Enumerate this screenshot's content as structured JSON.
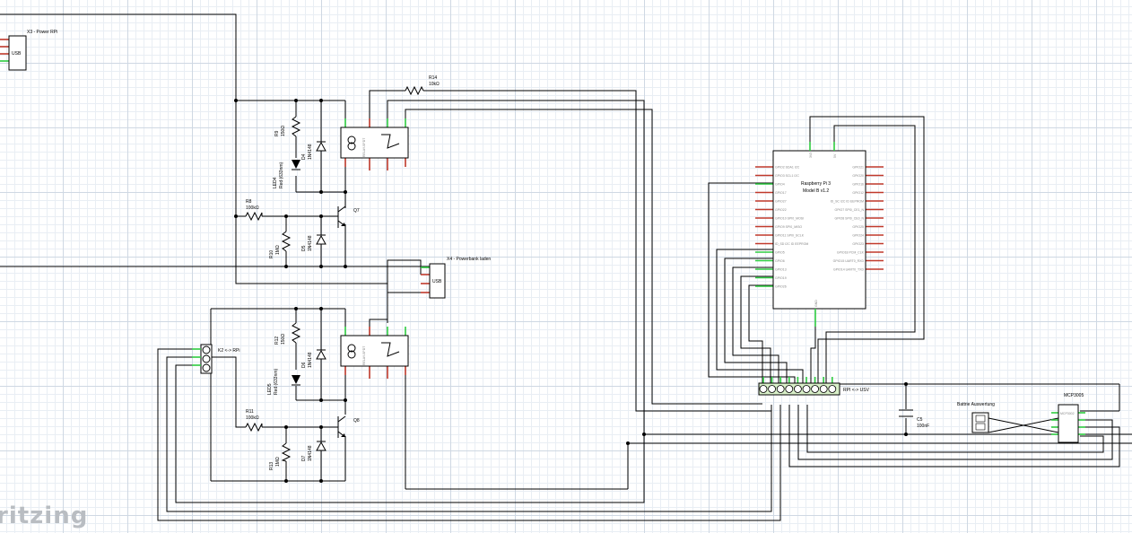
{
  "watermark": "ritzing",
  "usb_label": "USB",
  "x3": {
    "name": "X3 - Power RPi"
  },
  "x4": {
    "name": "X4 - Powerbank laden"
  },
  "k2": {
    "name": "K2 <-> RPi"
  },
  "header": {
    "name": "RPI <-> USV"
  },
  "r14": {
    "name": "R14",
    "value": "10kΩ"
  },
  "r9": {
    "name": "R9",
    "value": "150Ω"
  },
  "d4": {
    "name": "D4",
    "value": "1N4148"
  },
  "led4": {
    "name": "LED4",
    "value": "Red (633nm)"
  },
  "r8": {
    "name": "R8",
    "value": "100kΩ"
  },
  "q7": {
    "name": "Q7"
  },
  "r10": {
    "name": "R10",
    "value": "1MΩ"
  },
  "d5": {
    "name": "D5",
    "value": "1N4148"
  },
  "r12": {
    "name": "R12",
    "value": "150Ω"
  },
  "d6": {
    "name": "D6",
    "value": "1N4148"
  },
  "led5": {
    "name": "LED5",
    "value": "Red (633nm)"
  },
  "r11": {
    "name": "R11",
    "value": "100kΩ"
  },
  "q8": {
    "name": "Q8"
  },
  "r13": {
    "name": "R13",
    "value": "1MΩ"
  },
  "d7": {
    "name": "D7",
    "value": "1N4148"
  },
  "c5": {
    "name": "C5",
    "value": "100nF"
  },
  "battery": {
    "name": "Battrie Auswertung"
  },
  "mcp": {
    "name": "MCP3005",
    "chip": "MCP3002"
  },
  "relay": {
    "label": "RELAY-SPDT"
  },
  "rpi": {
    "title": "Raspberry Pi 3",
    "model": "Model B v1.2",
    "top_pins": [
      "3V3",
      "5V"
    ],
    "bottom_pin": "GND",
    "left_pins": [
      "GPIO2 SDA1 I2C",
      "GPIO3 SCL1 I2C",
      "GPIO4",
      "GPIO17",
      "GPIO27",
      "GPIO22",
      "GPIO10 SPI0_MOSI",
      "GPIO9 SPI0_MISO",
      "GPIO11 SPI0_SCLK",
      "ID_SD I2C ID EEPROM",
      "GPIO5",
      "GPIO6",
      "GPIO13",
      "GPIO19",
      "GPIO26"
    ],
    "right_pins": [
      "GPIO21",
      "GPIO20",
      "GPIO16",
      "GPIO12",
      "ID_SC I2C ID EEPROM",
      "GPIO7 SPI0_CE1_N",
      "GPIO8 SPI0_CE0_N",
      "GPIO25",
      "GPIO24",
      "GPIO23",
      "GPIO18 PCM_CLK",
      "GPIO15 UART0_RXD",
      "GPIO14 UART0_TXD"
    ]
  }
}
